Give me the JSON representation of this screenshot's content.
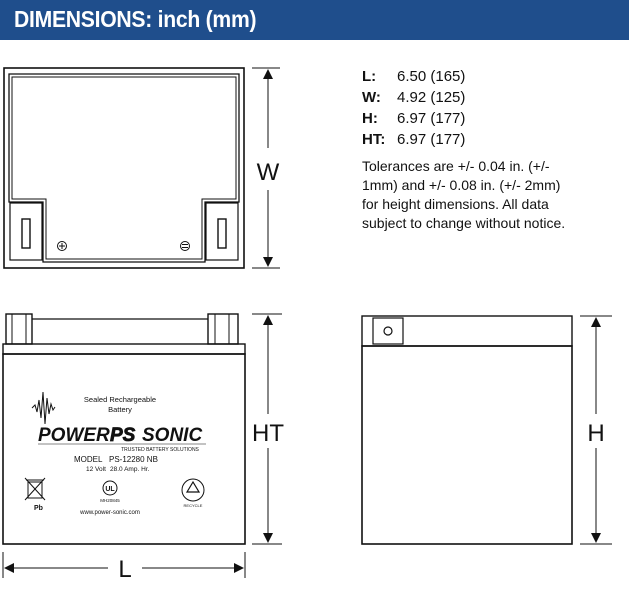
{
  "header": {
    "title": "DIMENSIONS: inch (mm)",
    "background": "#1f4e8c"
  },
  "specs": [
    {
      "label": "L:",
      "value": "6.50 (165)"
    },
    {
      "label": "W:",
      "value": "4.92 (125)"
    },
    {
      "label": "H:",
      "value": "6.97 (177)"
    },
    {
      "label": "HT:",
      "value": "6.97 (177)"
    }
  ],
  "tolerance_text": "Tolerances are +/- 0.04 in. (+/- 1mm) and +/- 0.08 in. (+/- 2mm) for height dimensions. All data subject to change without notice.",
  "dimension_labels": {
    "width": "W",
    "total_height": "HT",
    "height": "H",
    "length": "L"
  },
  "battery_label": {
    "subtitle_line1": "Sealed Rechargeable",
    "subtitle_line2": "Battery",
    "brand_left": "POWER",
    "brand_middle": "PS",
    "brand_right": "SONIC",
    "tagline": "TRUSTED BATTERY SOLUTIONS",
    "model_label": "MODEL",
    "model_value": "PS-12280 NB",
    "voltage": "12 Volt",
    "capacity": "28.0 Amp. Hr.",
    "website": "www.power-sonic.com",
    "ul_mark": "UL",
    "ul_number": "MH20845",
    "pb_mark": "Pb",
    "recycle_text": "RECYCLE"
  }
}
